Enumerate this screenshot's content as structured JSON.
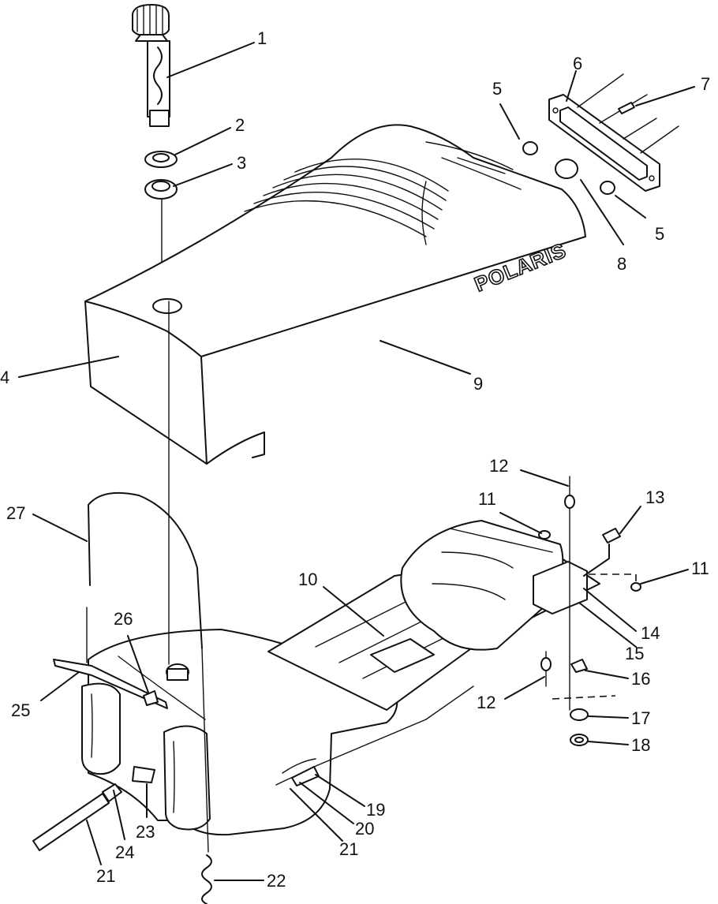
{
  "brand_text": "POLARIS",
  "callouts": [
    {
      "id": "c1",
      "text": "1"
    },
    {
      "id": "c2",
      "text": "2"
    },
    {
      "id": "c3",
      "text": "3"
    },
    {
      "id": "c4",
      "text": "4"
    },
    {
      "id": "c5a",
      "text": "5"
    },
    {
      "id": "c5b",
      "text": "5"
    },
    {
      "id": "c6",
      "text": "6"
    },
    {
      "id": "c7",
      "text": "7"
    },
    {
      "id": "c8",
      "text": "8"
    },
    {
      "id": "c9",
      "text": "9"
    },
    {
      "id": "c10",
      "text": "10"
    },
    {
      "id": "c11a",
      "text": "11"
    },
    {
      "id": "c11b",
      "text": "11"
    },
    {
      "id": "c12a",
      "text": "12"
    },
    {
      "id": "c12b",
      "text": "12"
    },
    {
      "id": "c13",
      "text": "13"
    },
    {
      "id": "c14",
      "text": "14"
    },
    {
      "id": "c15",
      "text": "15"
    },
    {
      "id": "c16",
      "text": "16"
    },
    {
      "id": "c17",
      "text": "17"
    },
    {
      "id": "c18",
      "text": "18"
    },
    {
      "id": "c19",
      "text": "19"
    },
    {
      "id": "c20",
      "text": "20"
    },
    {
      "id": "c21a",
      "text": "21"
    },
    {
      "id": "c21b",
      "text": "21"
    },
    {
      "id": "c22",
      "text": "22"
    },
    {
      "id": "c23",
      "text": "23"
    },
    {
      "id": "c24",
      "text": "24"
    },
    {
      "id": "c25",
      "text": "25"
    },
    {
      "id": "c26",
      "text": "26"
    },
    {
      "id": "c27",
      "text": "27"
    }
  ]
}
